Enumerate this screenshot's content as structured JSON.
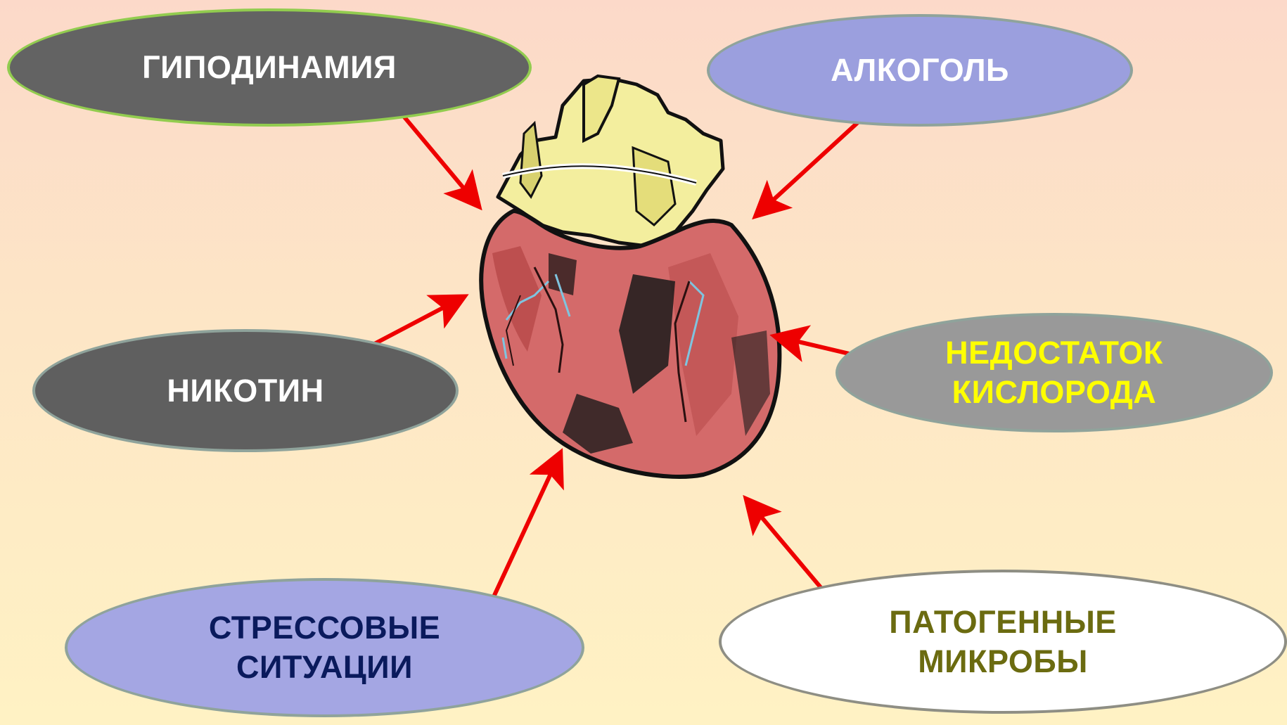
{
  "center": {
    "icon": "heart-icon"
  },
  "factors": {
    "gipodinamiya": {
      "lines": [
        "ГИПОДИНАМИЯ"
      ],
      "fill": "#636363",
      "text_color": "#ffffff"
    },
    "alkogol": {
      "lines": [
        "АЛКОГОЛЬ"
      ],
      "fill": "#9b9fde",
      "text_color": "#ffffff"
    },
    "nikotin": {
      "lines": [
        "НИКОТИН"
      ],
      "fill": "#5f5f5f",
      "text_color": "#ffffff"
    },
    "nedostatok": {
      "lines": [
        "НЕДОСТАТОК",
        "КИСЛОРОДА"
      ],
      "fill": "#999999",
      "text_color": "#ffff00"
    },
    "stress": {
      "lines": [
        "СТРЕССОВЫЕ",
        "СИТУАЦИИ"
      ],
      "fill": "#a4a6e3",
      "text_color": "#0a1a5c"
    },
    "patogen": {
      "lines": [
        "ПАТОГЕННЫЕ",
        "МИКРОБЫ"
      ],
      "fill": "#ffffff",
      "text_color": "#6b6b10"
    }
  },
  "arrow_color": "#ee0000"
}
